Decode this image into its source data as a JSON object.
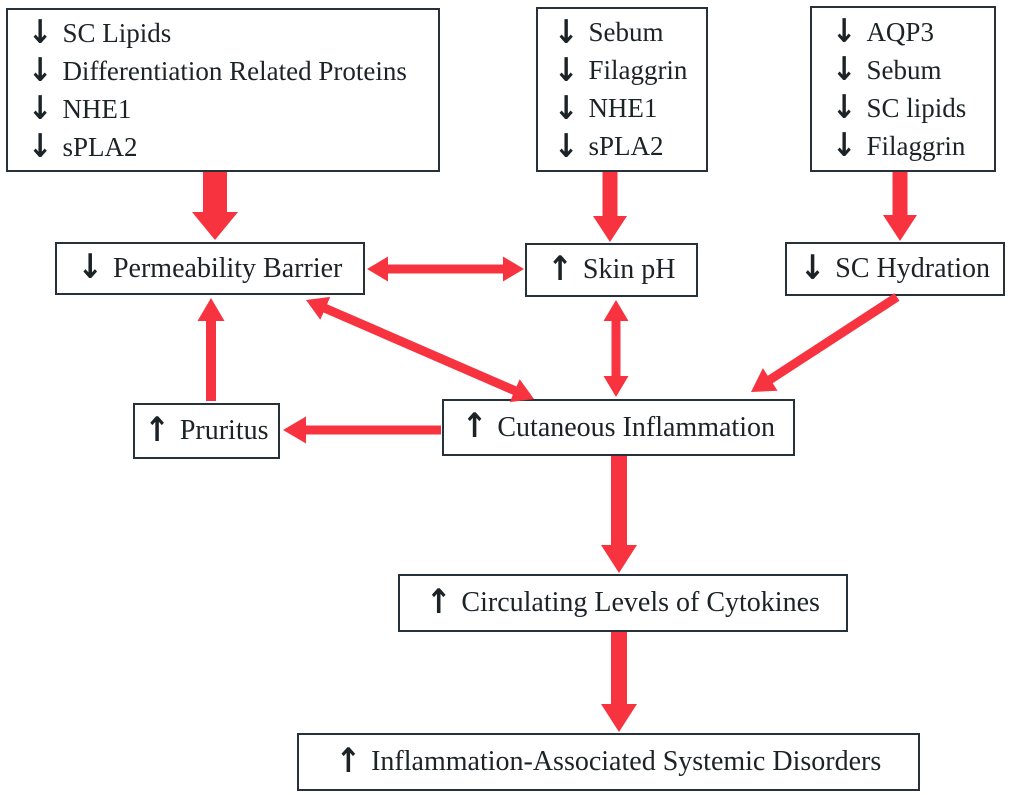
{
  "figure": {
    "description": "Flow diagram of epidermal abnormalities leading to cutaneous inflammation and systemic disorders"
  },
  "colors": {
    "arrow_red": "#f73340",
    "box_border": "#27313a",
    "text": "#1c2326",
    "background": "#ffffff"
  },
  "nodes": {
    "factors_left": {
      "items": [
        {
          "arrow": "↓",
          "label": "SC Lipids"
        },
        {
          "arrow": "↓",
          "label": "Differentiation Related Proteins"
        },
        {
          "arrow": "↓",
          "label": "NHE1"
        },
        {
          "arrow": "↓",
          "label": "sPLA2"
        }
      ]
    },
    "factors_mid": {
      "items": [
        {
          "arrow": "↓",
          "label": "Sebum"
        },
        {
          "arrow": "↓",
          "label": "Filaggrin"
        },
        {
          "arrow": "↓",
          "label": "NHE1"
        },
        {
          "arrow": "↓",
          "label": "sPLA2"
        }
      ]
    },
    "factors_right": {
      "items": [
        {
          "arrow": "↓",
          "label": "AQP3"
        },
        {
          "arrow": "↓",
          "label": "Sebum"
        },
        {
          "arrow": "↓",
          "label": "SC lipids"
        },
        {
          "arrow": "↓",
          "label": "Filaggrin"
        }
      ]
    },
    "permeability_barrier": {
      "arrow": "↓",
      "label": "Permeability Barrier"
    },
    "skin_ph": {
      "arrow": "↑",
      "label": "Skin pH"
    },
    "sc_hydration": {
      "arrow": "↓",
      "label": "SC Hydration"
    },
    "pruritus": {
      "arrow": "↑",
      "label": "Pruritus"
    },
    "cutaneous_inflammation": {
      "arrow": "↑",
      "label": "Cutaneous Inflammation"
    },
    "circulating_cytokines": {
      "arrow": "↑",
      "label": "Circulating Levels of Cytokines"
    },
    "systemic_disorders": {
      "arrow": "↑",
      "label": "Inflammation-Associated Systemic Disorders"
    }
  },
  "edges": [
    {
      "id": "e1",
      "from": "factors_left",
      "to": "permeability_barrier",
      "bidirectional": false
    },
    {
      "id": "e2",
      "from": "factors_mid",
      "to": "skin_ph",
      "bidirectional": false
    },
    {
      "id": "e3",
      "from": "factors_right",
      "to": "sc_hydration",
      "bidirectional": false
    },
    {
      "id": "e4",
      "from": "permeability_barrier",
      "to": "skin_ph",
      "bidirectional": true
    },
    {
      "id": "e5",
      "from": "skin_ph",
      "to": "cutaneous_inflammation",
      "bidirectional": true
    },
    {
      "id": "e6",
      "from": "permeability_barrier",
      "to": "cutaneous_inflammation",
      "bidirectional": true
    },
    {
      "id": "e7",
      "from": "sc_hydration",
      "to": "cutaneous_inflammation",
      "bidirectional": false
    },
    {
      "id": "e8",
      "from": "pruritus",
      "to": "permeability_barrier",
      "bidirectional": false
    },
    {
      "id": "e9",
      "from": "cutaneous_inflammation",
      "to": "pruritus",
      "bidirectional": false
    },
    {
      "id": "e10",
      "from": "cutaneous_inflammation",
      "to": "circulating_cytokines",
      "bidirectional": false
    },
    {
      "id": "e11",
      "from": "circulating_cytokines",
      "to": "systemic_disorders",
      "bidirectional": false
    }
  ]
}
